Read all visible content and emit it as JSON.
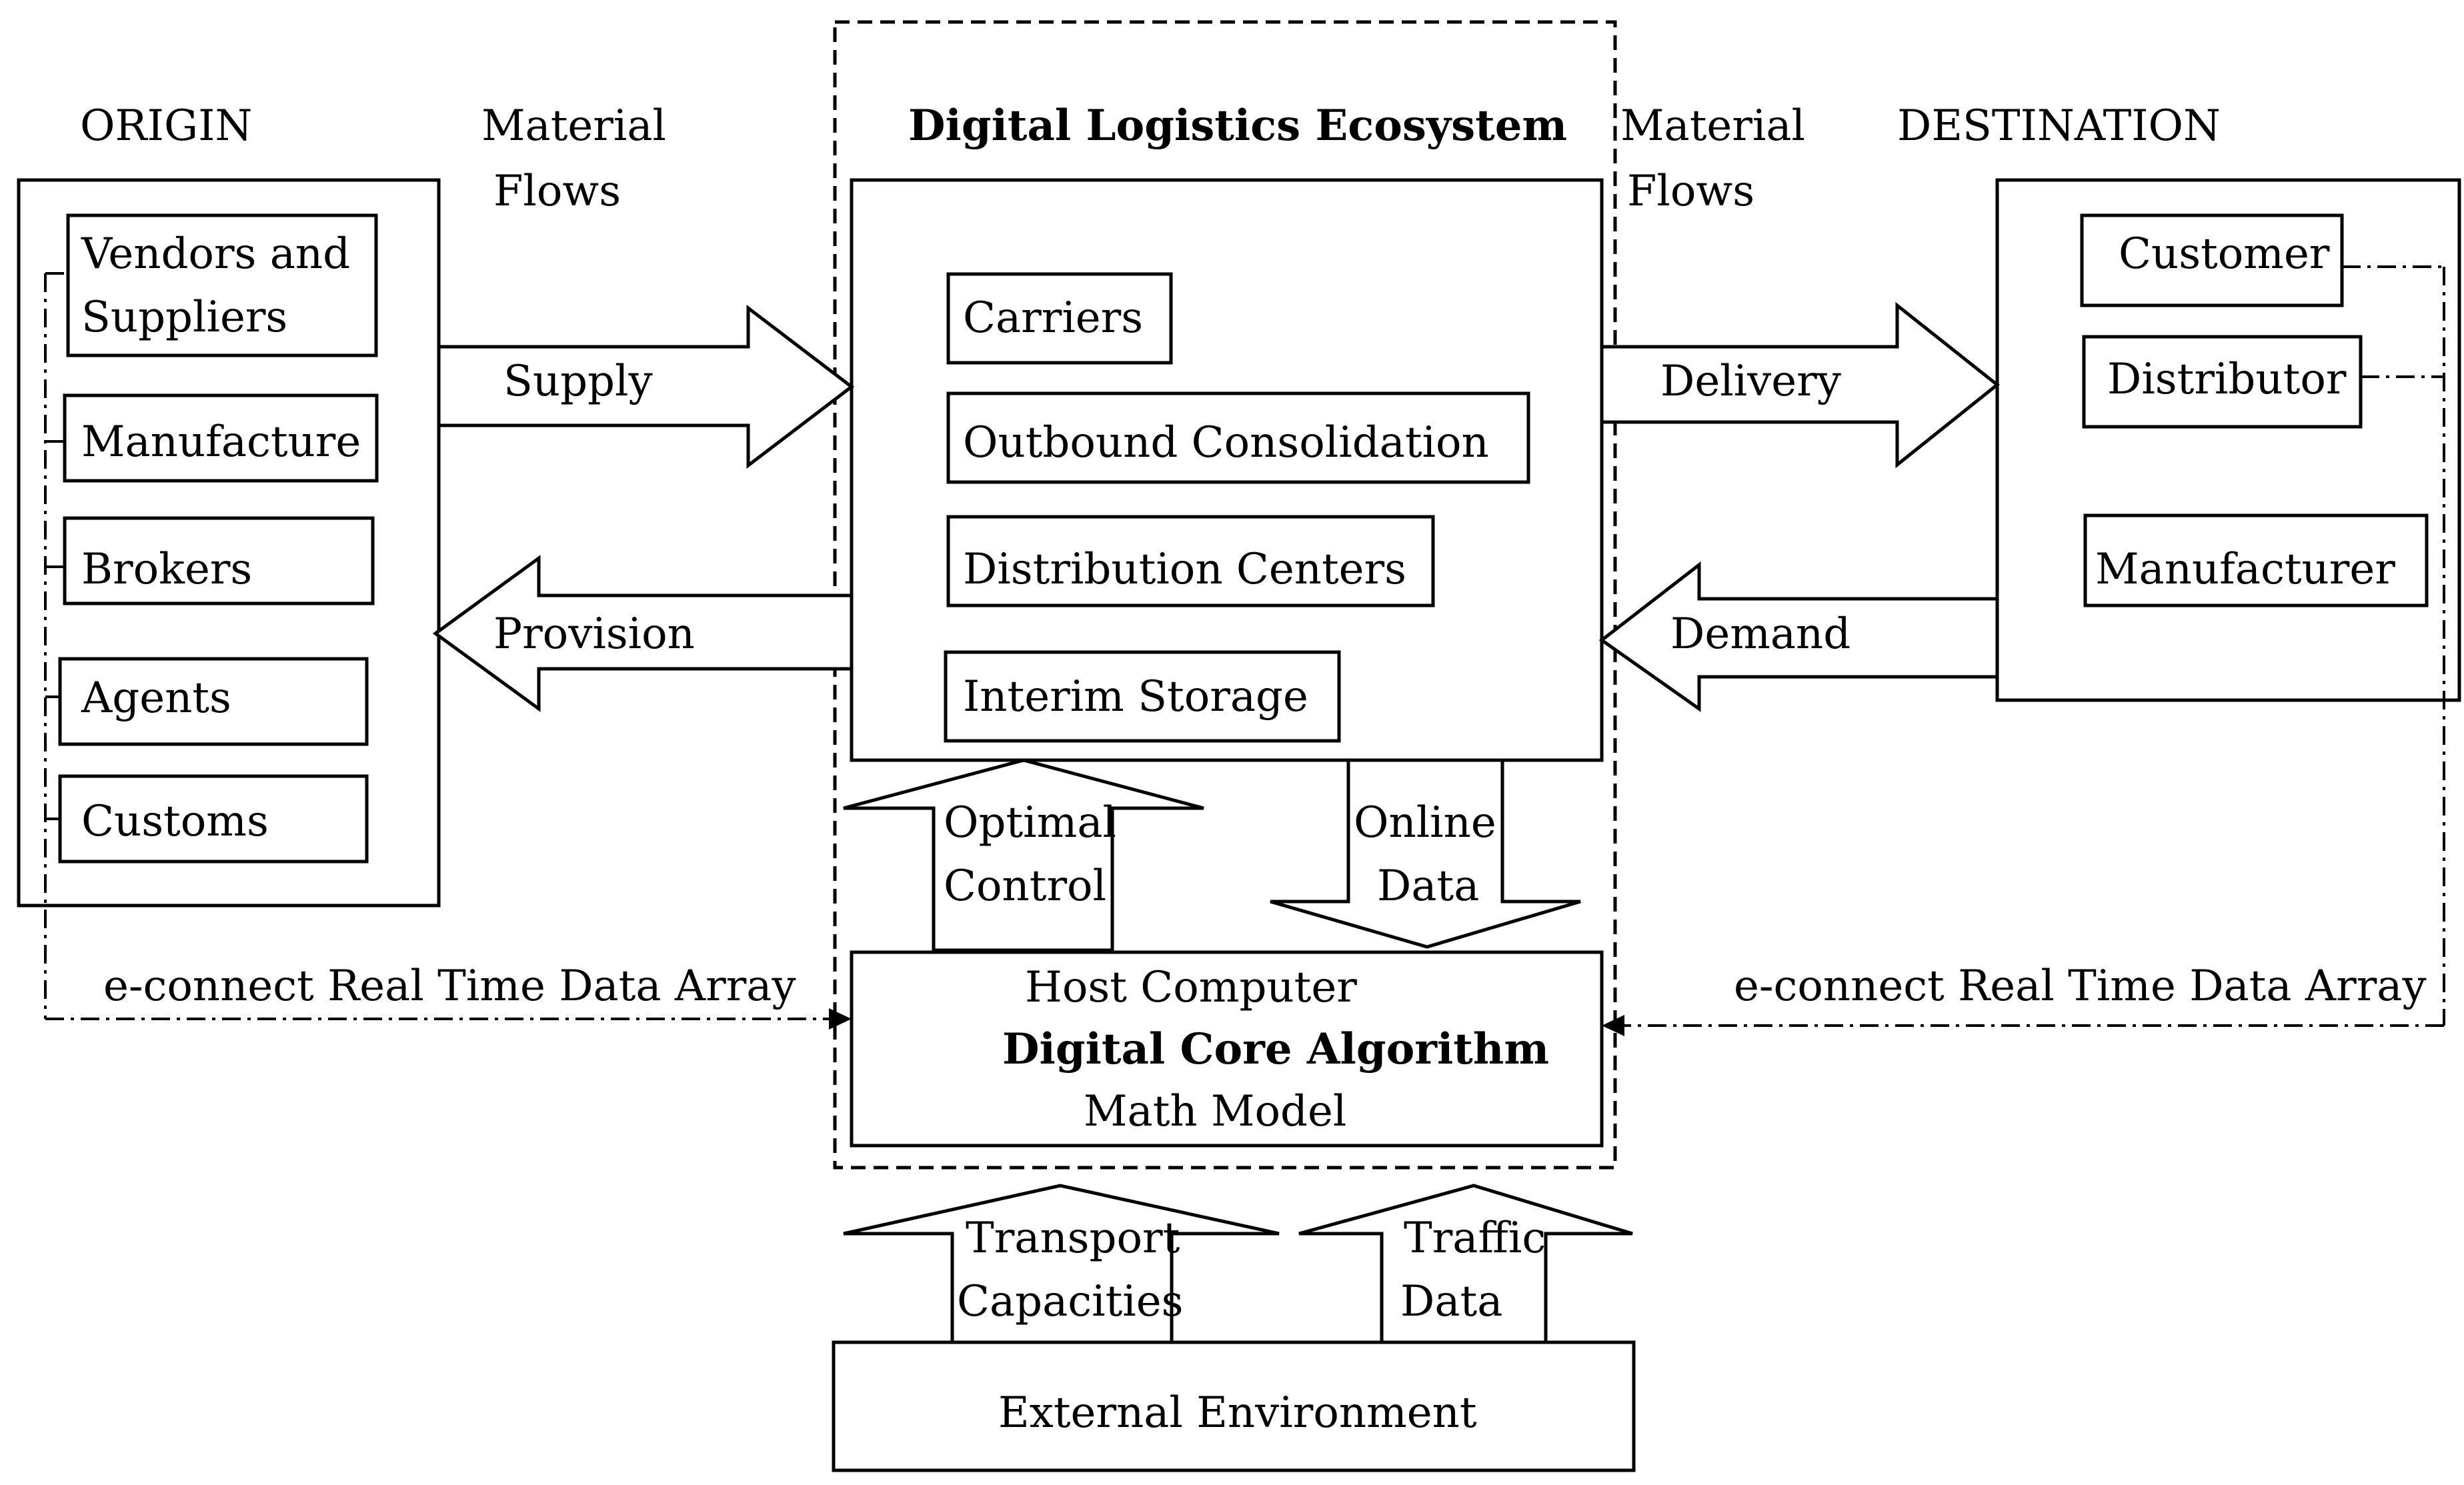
{
  "labels": {
    "origin": "ORIGIN",
    "material_flows_left_1": "Material",
    "material_flows_left_2": "Flows",
    "ecosystem_title": "Digital Logistics Ecosystem",
    "material_flows_right_1": "Material",
    "material_flows_right_2": "Flows",
    "destination": "DESTINATION"
  },
  "origin_items": [
    [
      "Vendors and",
      "Suppliers"
    ],
    [
      "Manufacture"
    ],
    [
      "Brokers"
    ],
    [
      "Agents"
    ],
    [
      "Customs"
    ]
  ],
  "ecosystem_items": [
    "Carriers",
    "Outbound Consolidation",
    "Distribution Centers",
    "Interim Storage"
  ],
  "destination_items": [
    "Customer",
    "Distributor",
    "Manufacturer"
  ],
  "flows": {
    "supply": "Supply",
    "provision": "Provision",
    "delivery": "Delivery",
    "demand": "Demand",
    "optimal_control_1": "Optimal",
    "optimal_control_2": "Control",
    "online_data_1": "Online",
    "online_data_2": "Data",
    "transport_capacities_1": "Transport",
    "transport_capacities_2": "Capacities",
    "traffic_data_1": "Traffic",
    "traffic_data_2": "Data"
  },
  "host": {
    "line1": "Host Computer",
    "line2": "Digital Core Algorithm",
    "line3": "Math Model"
  },
  "econnect_left": "e-connect Real Time Data Array",
  "econnect_right": "e-connect Real Time Data Array",
  "external": "External Environment"
}
